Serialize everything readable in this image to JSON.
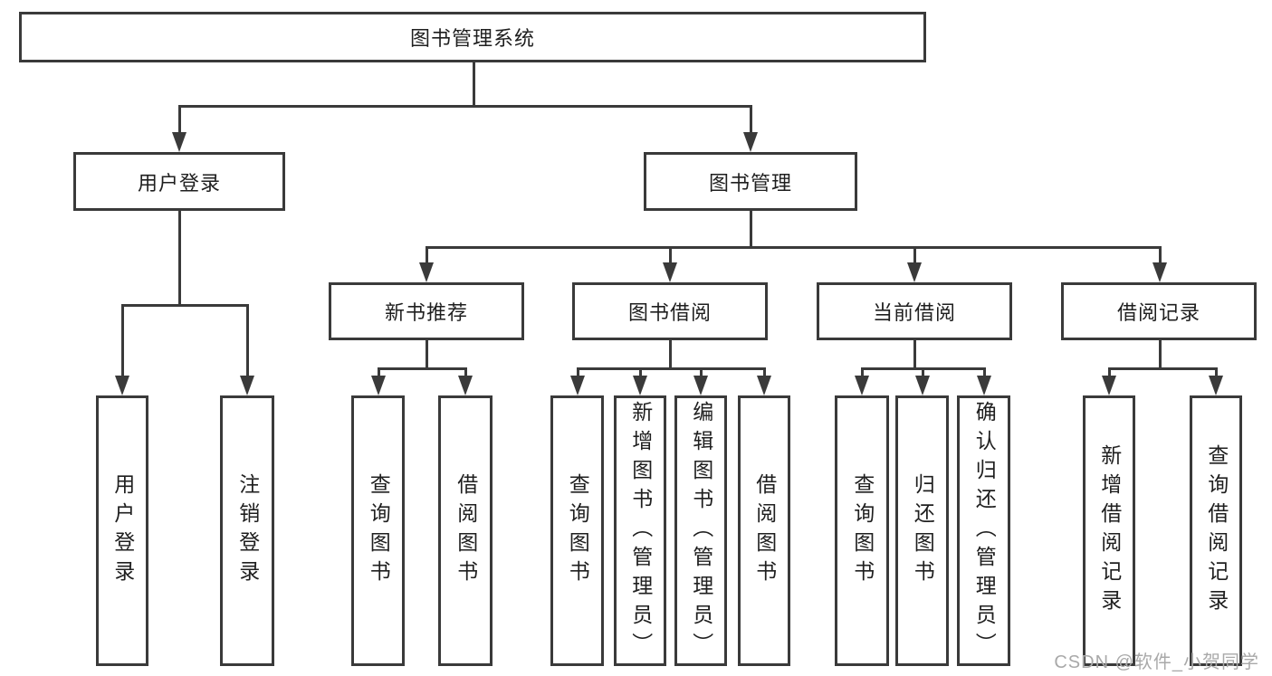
{
  "nodes": {
    "root": "图书管理系统",
    "level2": {
      "user_login": "用户登录",
      "book_mgmt": "图书管理"
    },
    "level3": {
      "new_book": "新书推荐",
      "book_borrow": "图书借阅",
      "current_borrow": "当前借阅",
      "borrow_record": "借阅记录"
    },
    "leaves": {
      "login": "用户登录",
      "logout": "注销登录",
      "nb_query": "查询图书",
      "nb_borrow": "借阅图书",
      "bb_query": "查询图书",
      "bb_add": "新增图书（管理员）",
      "bb_edit": "编辑图书（管理员）",
      "bb_borrow": "借阅图书",
      "cb_query": "查询图书",
      "cb_return": "归还图书",
      "cb_confirm": "确认归还（管理员）",
      "br_add": "新增借阅记录",
      "br_query": "查询借阅记录"
    }
  },
  "watermark": "CSDN @软件_小贺同学",
  "colors": {
    "line": "#3a3a3a",
    "text": "#1f1f1f",
    "watermark": "#a9a9a9",
    "background": "#ffffff"
  }
}
